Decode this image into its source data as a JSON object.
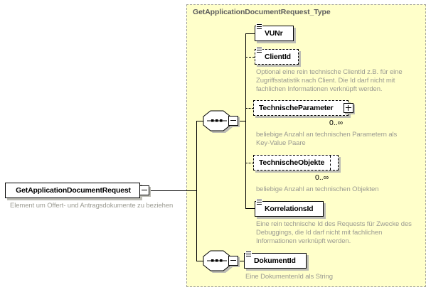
{
  "container": {
    "title": "GetApplicationDocumentRequest_Type"
  },
  "root_element": {
    "name": "GetApplicationDocumentRequest",
    "annotation": "Element um Offert- und Antragsdokumente zu beziehen"
  },
  "children": [
    {
      "name": "VUNr",
      "optional": false,
      "annotation": ""
    },
    {
      "name": "ClientId",
      "optional": true,
      "annotation": "Optional eine rein technische ClientId z.B. für eine\nZugriffsstatistik nach Client. Die Id darf nicht mit\nfachlichen Informationen verknüpft werden."
    },
    {
      "name": "TechnischeParameter",
      "optional": true,
      "occurs": "0..∞",
      "annotation": "beliebige Anzahl an technischen Parametern als\nKey-Value Paare"
    },
    {
      "name": "TechnischeObjekte",
      "optional": true,
      "occurs": "0..∞",
      "annotation": "beliebige Anzahl an technischen Objekten"
    },
    {
      "name": "KorrelationsId",
      "optional": false,
      "annotation": "Eine rein technische Id des Requests für Zwecke des\nDebuggings, die Id darf nicht mit fachlichen\nInformationen verknüpft werden."
    },
    {
      "name": "DokumentId",
      "optional": false,
      "annotation": "Eine DokumentenId als String"
    }
  ],
  "colors": {
    "container_fill": "#ffffca",
    "container_border": "#a3a39b",
    "annotation_text": "#9b9b92",
    "title_text": "#5e5e5e",
    "shadow": "#bdbdb5"
  }
}
